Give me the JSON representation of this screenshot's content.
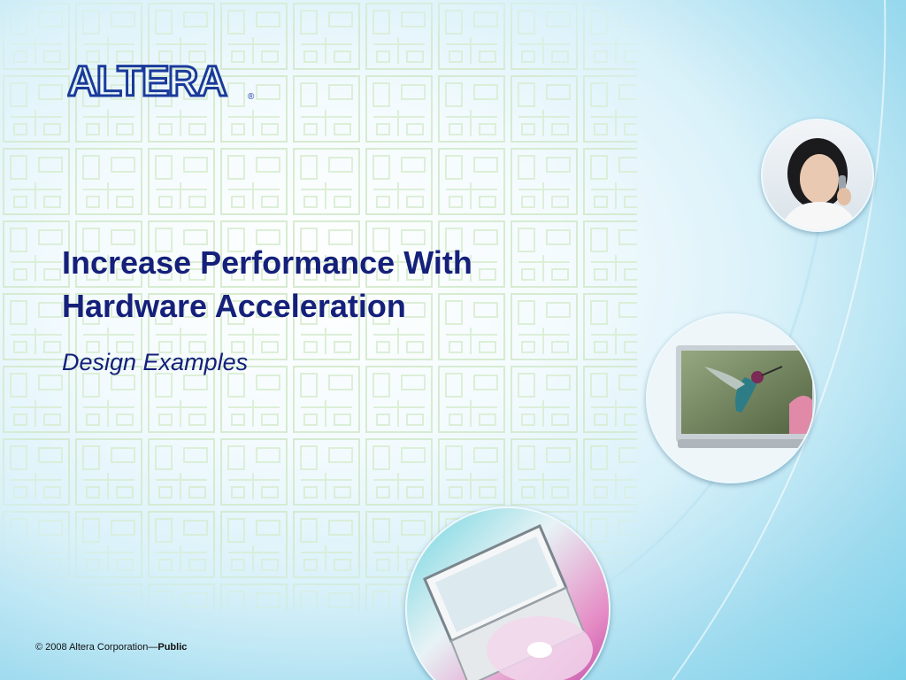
{
  "logo": {
    "text": "ALTERA",
    "registered_mark": "®",
    "color": "#1a3a9a"
  },
  "slide": {
    "title_line1": "Increase Performance With",
    "title_line2": "Hardware Acceleration",
    "subtitle": "Design Examples"
  },
  "footer": {
    "copyright": "© 2008 Altera Corporation—",
    "classification": "Public"
  },
  "images": {
    "top": "woman-on-phone",
    "middle": "hummingbird-on-flat-screen-tv",
    "bottom": "laptop-with-disc"
  },
  "colors": {
    "title": "#14207a",
    "background_light": "#ffffff",
    "background_dark": "#79cfe9"
  }
}
